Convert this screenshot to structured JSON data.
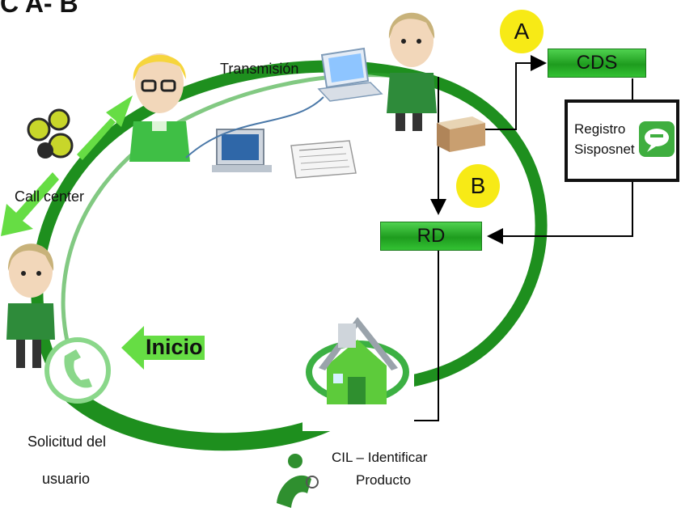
{
  "header": {
    "title_fragment": "C A- B"
  },
  "labels": {
    "transmision": "Transmisión",
    "call_center": "Call center",
    "solicitud_line1": "Solicitud del",
    "solicitud_line2": "usuario",
    "cil_line1": "CIL – Identificar",
    "cil_line2": "Producto",
    "inicio": "Inicio",
    "registro_line1": "Registro",
    "registro_line2": "Sisposnet"
  },
  "boxes": {
    "cds": "CDS",
    "rd": "RD"
  },
  "badges": {
    "a": "A",
    "b": "B"
  },
  "colors": {
    "primary_green": "#1e8f1e",
    "arrow_green": "#66dd44",
    "badge_yellow": "#f7ea16"
  },
  "icons": [
    "user-avatar-icon",
    "glasses-user-icon",
    "laptop-icon",
    "desktop-computer-icon",
    "document-icon",
    "cardboard-box-icon",
    "phone-icon",
    "house-icon",
    "call-center-balls-icon",
    "chat-bubble-icon",
    "magnifier-person-icon"
  ]
}
